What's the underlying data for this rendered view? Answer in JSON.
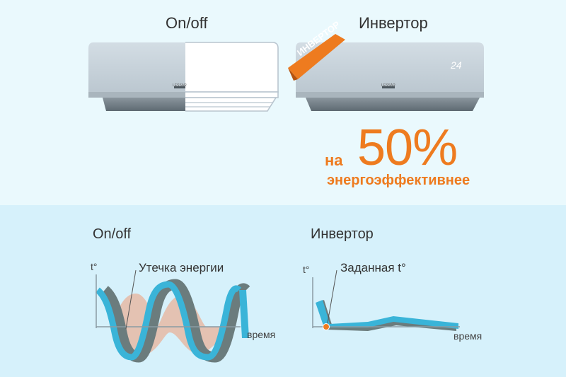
{
  "top": {
    "onoff_title": "On/off",
    "inverter_title": "Инвертор",
    "ribbon_text": "ИНВЕРТОР",
    "brand_text": "LESSAR",
    "display_text": "24",
    "efficiency": {
      "prefix": "на",
      "value": "50%",
      "suffix": "энергоэффективнее"
    }
  },
  "bottom": {
    "onoff": {
      "title": "On/off",
      "axis_y": "t°",
      "axis_x": "время",
      "callout": "Утечка энергии"
    },
    "inverter": {
      "title": "Инвертор",
      "axis_y": "t°",
      "axis_x": "время",
      "callout": "Заданная t°"
    }
  },
  "colors": {
    "accent": "#ee7b1f",
    "wave_blue": "#3ab4d8",
    "wave_dark": "#6f7f80",
    "leak_fill": "#e4c2b2",
    "unit_body": "#c6d1d9"
  }
}
